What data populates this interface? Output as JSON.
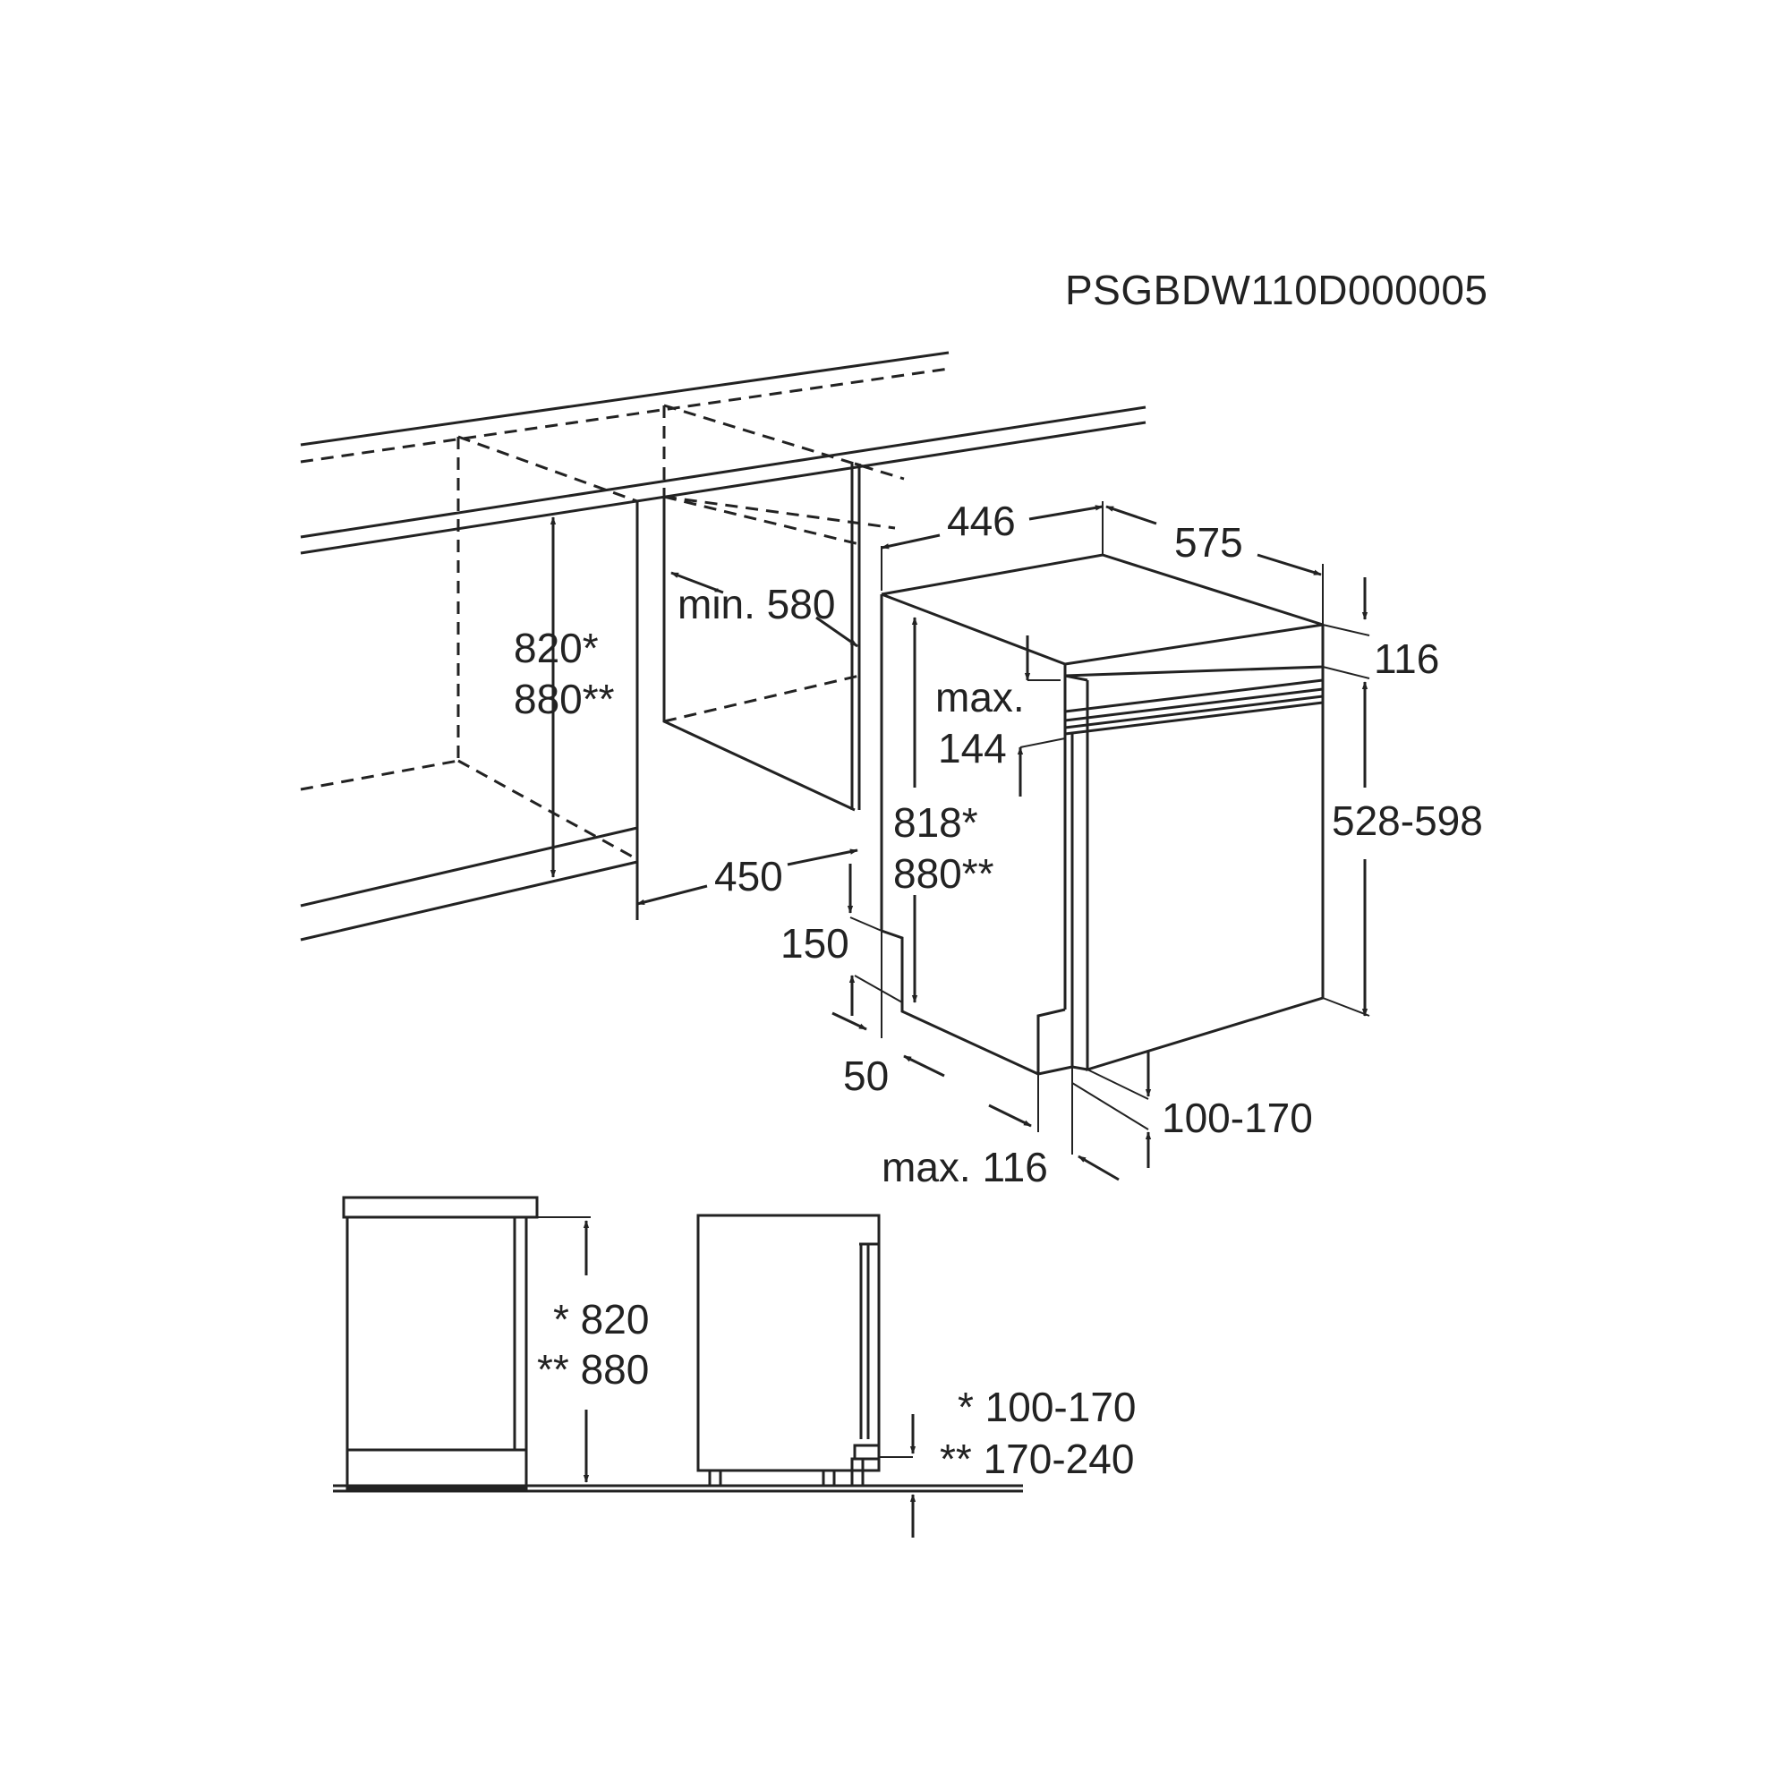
{
  "drawing_code": "PSGBDW110D000005",
  "colors": {
    "ink": "#222222",
    "background": "#ffffff"
  },
  "main_view": {
    "niche_height": [
      "820*",
      "880**"
    ],
    "niche_depth_min": "min. 580",
    "niche_width": "450",
    "appliance_width": "446",
    "appliance_depth": "575",
    "top_offset": "116",
    "panel_gap": [
      "max.",
      "144"
    ],
    "appliance_height": [
      "818*",
      "880**"
    ],
    "door_panel_height": "528-598",
    "side_inset": "150",
    "foot_inset": "50",
    "plinth_height": "100-170",
    "plinth_depth": "max. 116"
  },
  "side_views": {
    "worktop_height": [
      "* 820",
      "** 880"
    ],
    "plinth_range": [
      "* 100-170",
      "** 170-240"
    ]
  }
}
